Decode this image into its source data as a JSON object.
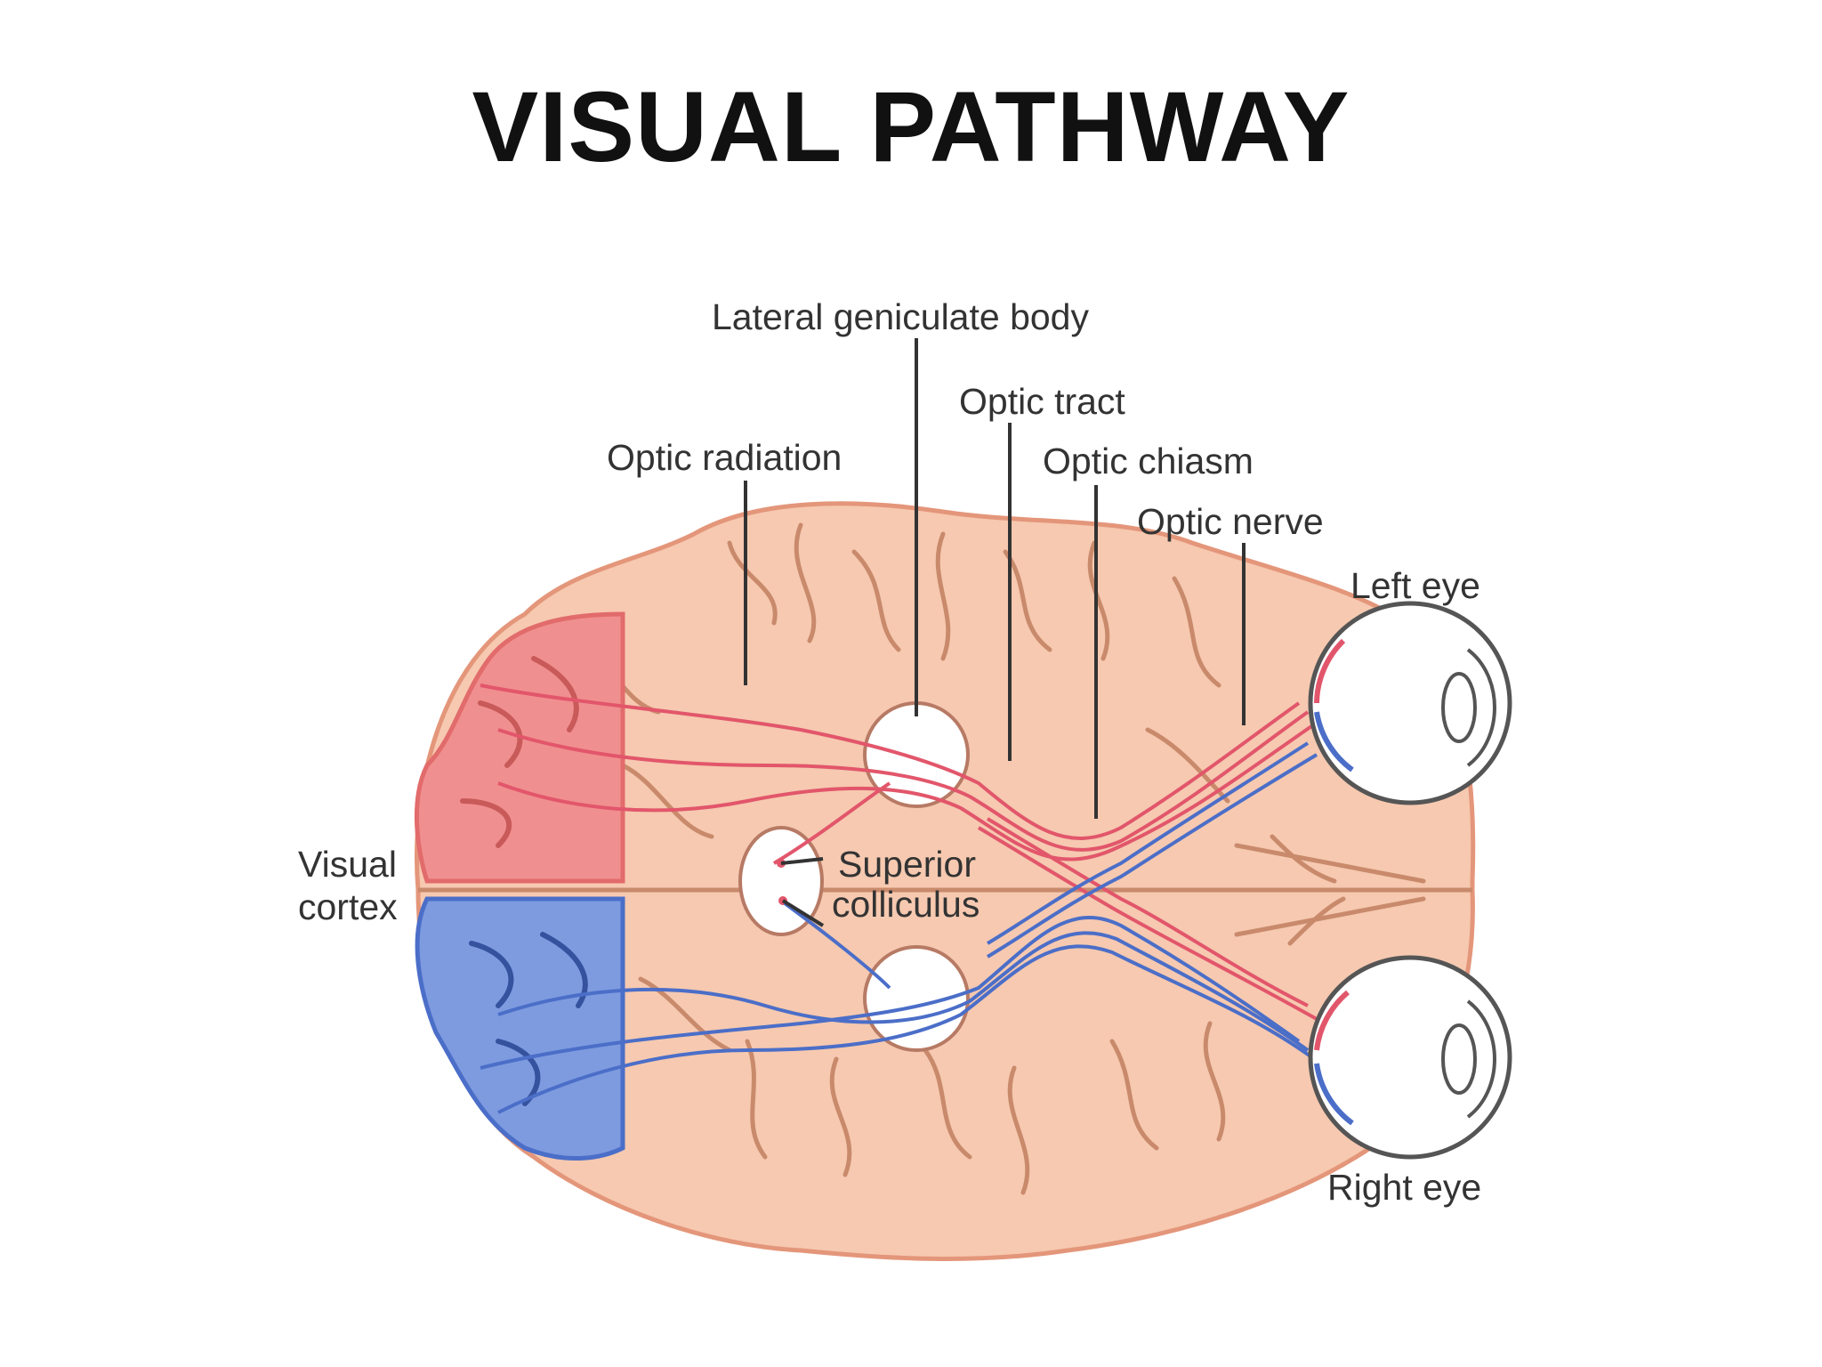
{
  "title": "VISUAL PATHWAY",
  "labels": {
    "lateral_geniculate_body": "Lateral geniculate body",
    "optic_tract": "Optic tract",
    "optic_radiation": "Optic radiation",
    "optic_chiasm": "Optic chiasm",
    "optic_nerve": "Optic nerve",
    "left_eye": "Left eye",
    "right_eye": "Right eye",
    "visual_cortex_line1": "Visual",
    "visual_cortex_line2": "cortex",
    "superior_colliculus_line1": "Superior",
    "superior_colliculus_line2": "colliculus"
  },
  "colors": {
    "brain_fill": "#f6c9b0",
    "brain_outline": "#e4967a",
    "sulcus": "#c98a6c",
    "left_pathway": "#e2566b",
    "right_pathway": "#4b6ec8",
    "left_cortex": "#f08f8f",
    "right_cortex": "#7e9be0",
    "leader_line": "#333333",
    "title": "#111111"
  }
}
